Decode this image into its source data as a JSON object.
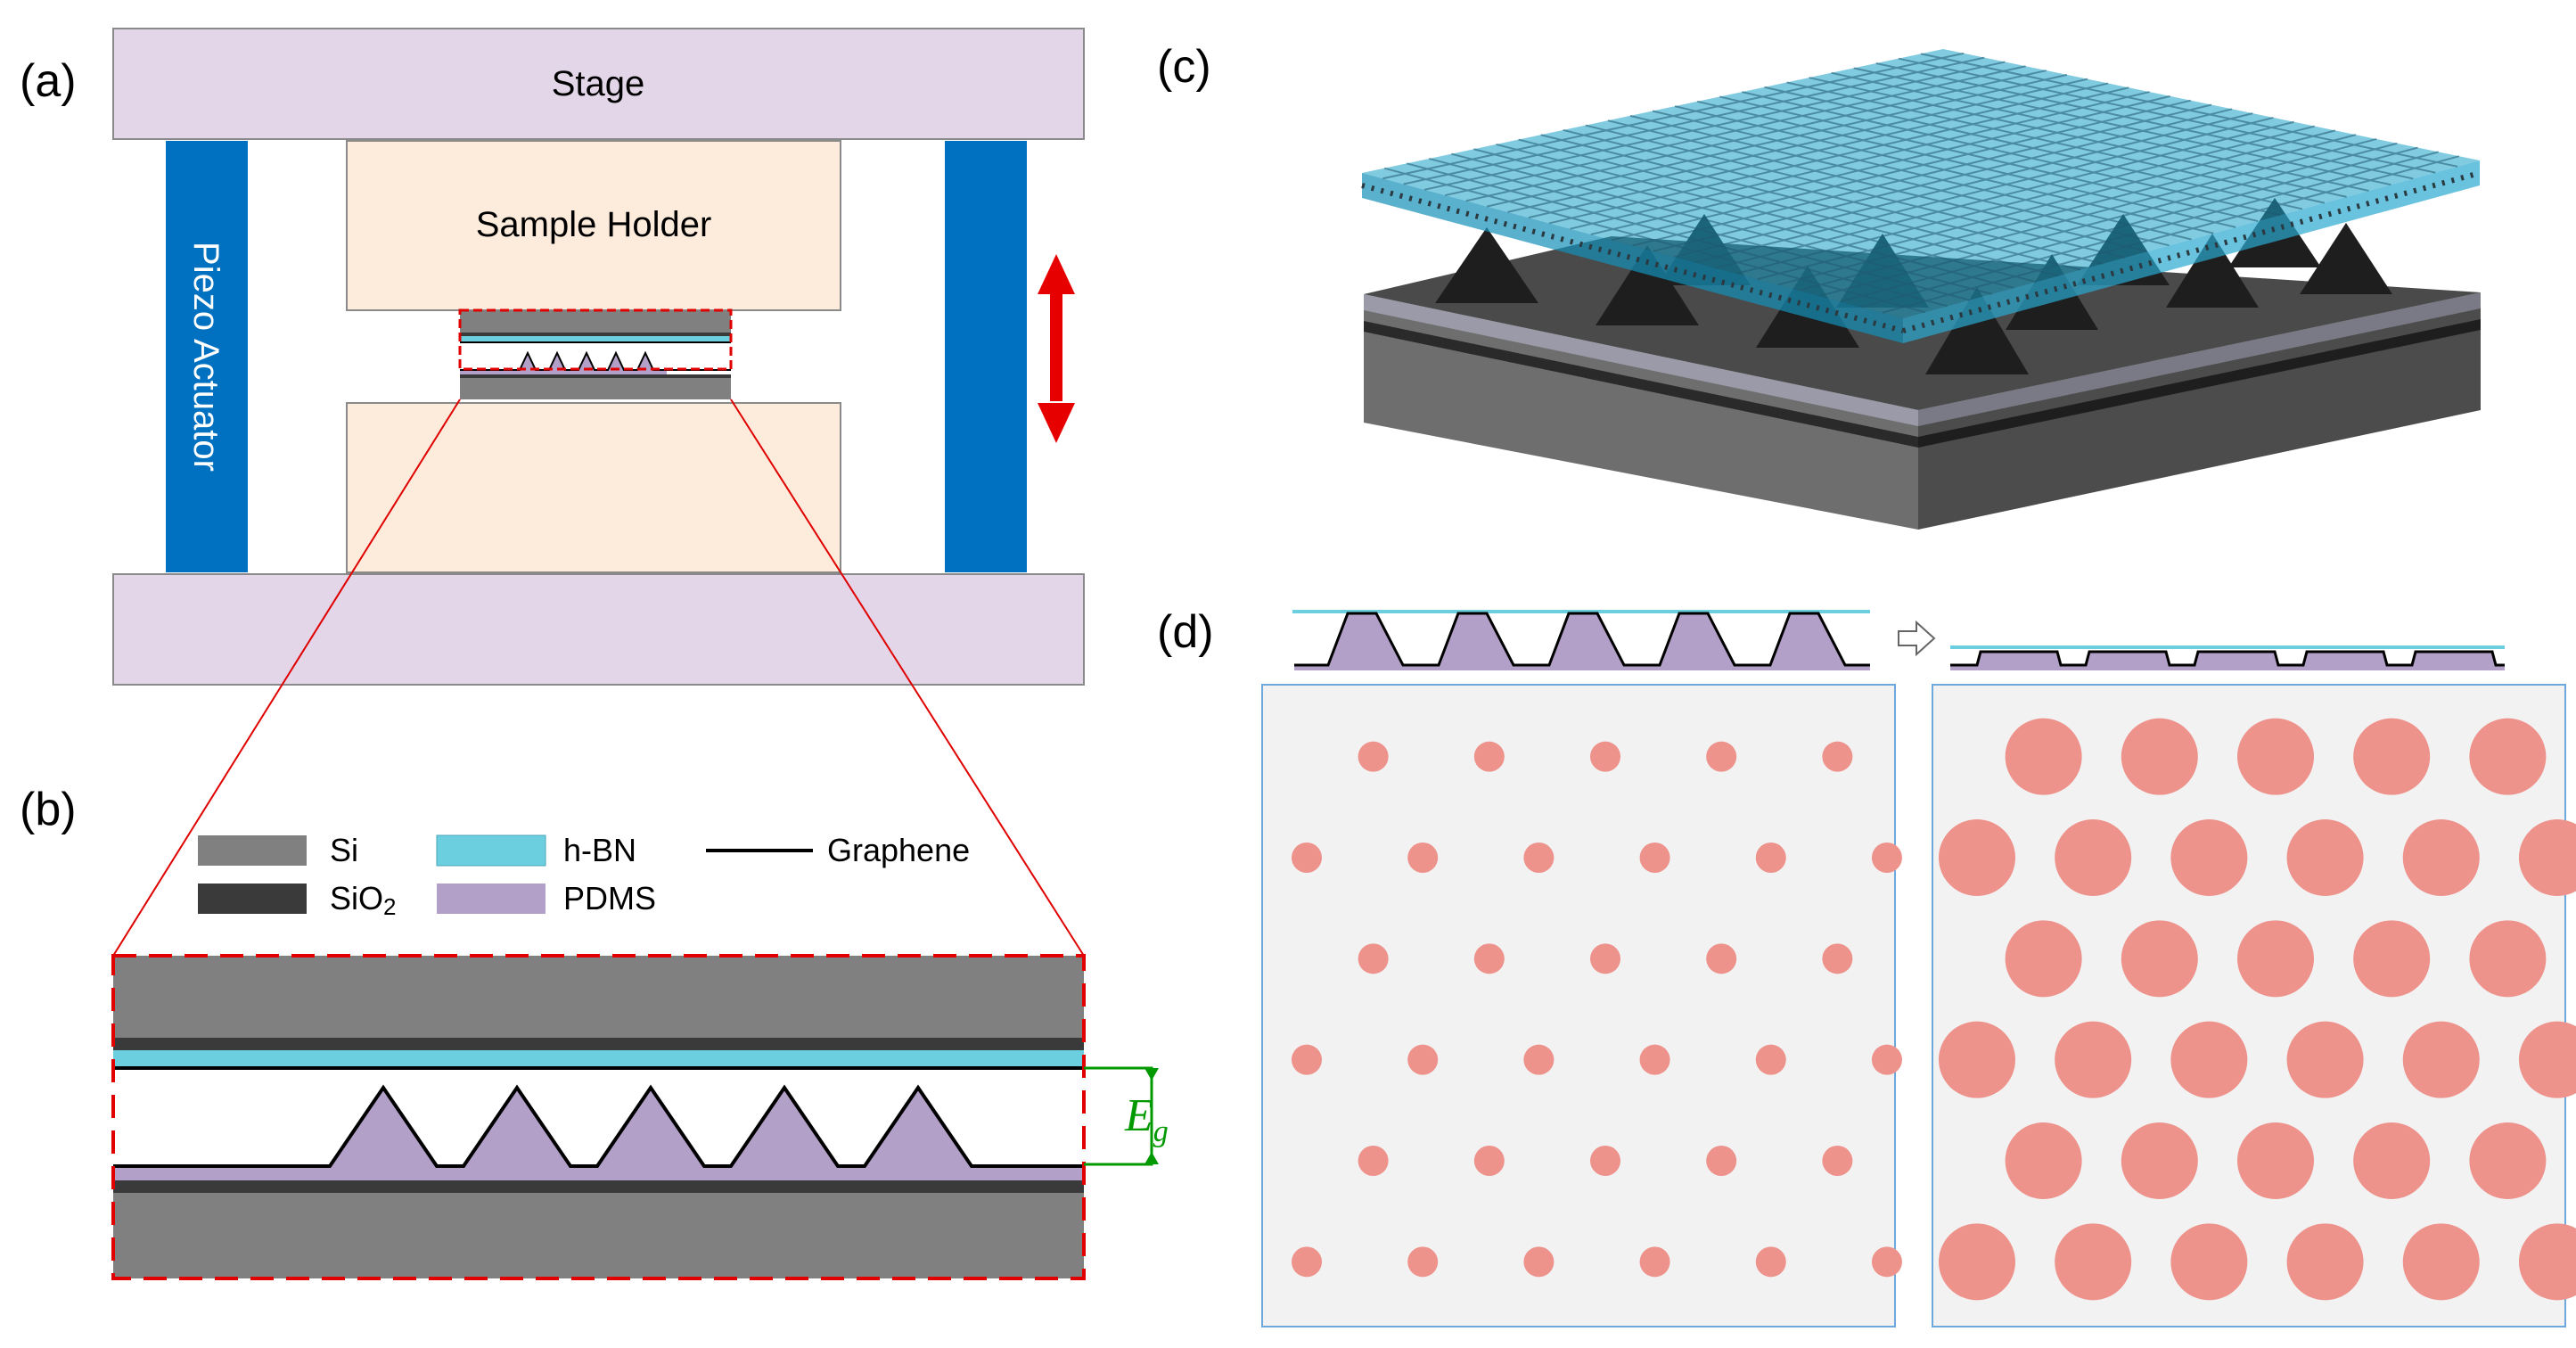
{
  "panel_labels": {
    "a": "(a)",
    "b": "(b)",
    "c": "(c)",
    "d": "(d)"
  },
  "panel_a": {
    "stage_label": "Stage",
    "sample_holder_label": "Sample Holder",
    "piezo_label": "Piezo Actuator"
  },
  "panel_b": {
    "legend": {
      "si": "Si",
      "sio2": "SiO",
      "sio2_sub": "2",
      "hbn": "h-BN",
      "pdms": "PDMS",
      "graphene": "Graphene"
    },
    "gap_symbol": "E",
    "gap_subscript": "g"
  },
  "colors": {
    "stage": "#e2d6e8",
    "holder": "#fdebdc",
    "piezo": "#0070c0",
    "arrow": "#e60000",
    "si": "#808080",
    "sio2": "#3a3a3a",
    "hbn": "#6ccfe0",
    "pdms": "#b3a0c8",
    "graphene": "#000000",
    "zoom_box": "#e00000",
    "gap_bracket": "#009900",
    "dot": "#ee928c",
    "dot_panel_bg": "#f2f2f2",
    "dot_panel_border": "#6fa8dc"
  },
  "panel_d": {
    "arrow_icon": "hollow-right-arrow-icon"
  }
}
